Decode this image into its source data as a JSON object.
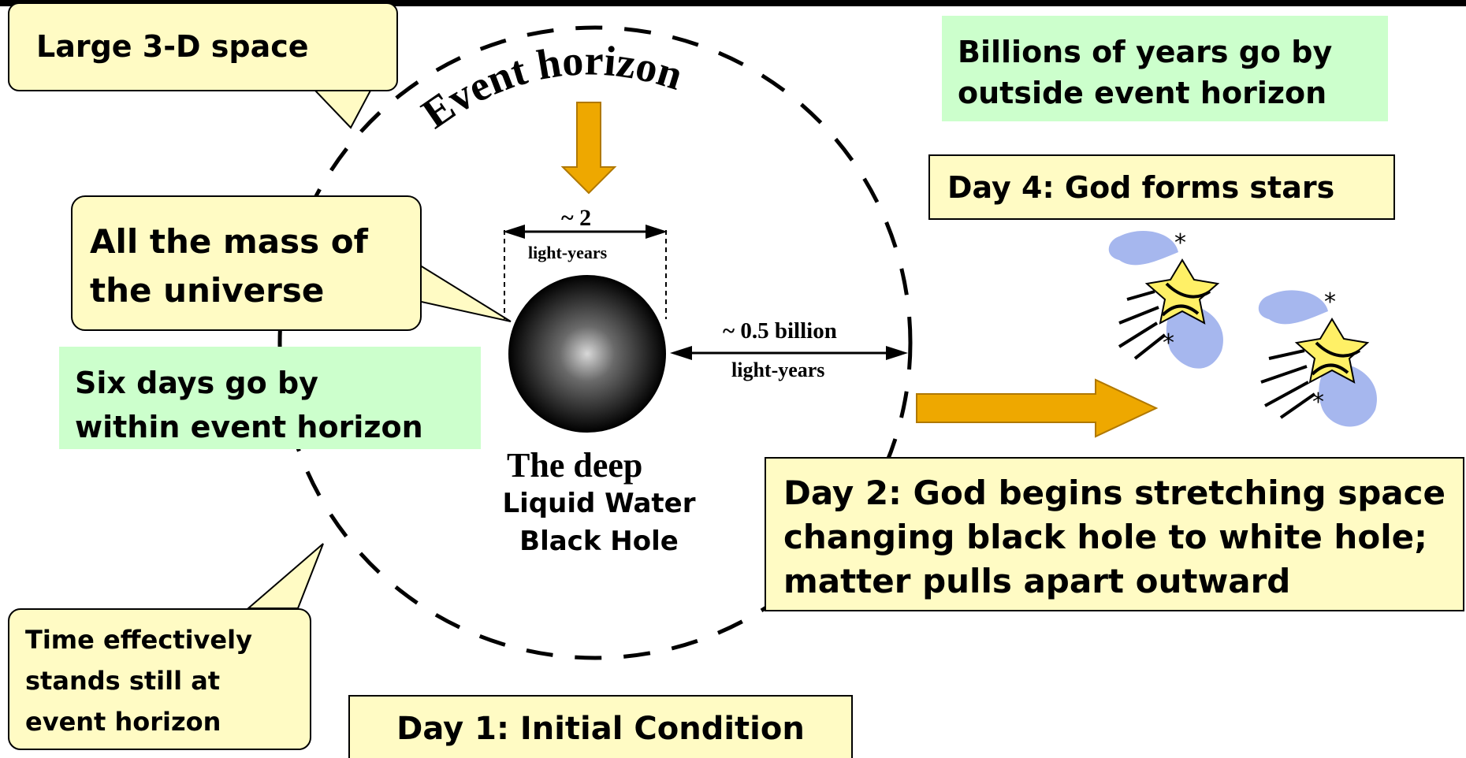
{
  "callouts": {
    "large_space": "Large 3-D space",
    "mass": [
      "All the mass of",
      "the universe"
    ],
    "time_still": [
      "Time effectively",
      "stands still at",
      "event horizon"
    ]
  },
  "green_notes": {
    "six_days": [
      "Six days go by",
      "within event horizon"
    ],
    "billions": [
      "Billions of years go by",
      "outside event horizon"
    ]
  },
  "boxes": {
    "day4": "Day 4: God forms stars",
    "day2": [
      "Day 2: God begins stretching space",
      "changing black hole to white hole;",
      "matter pulls apart outward"
    ],
    "day1": "Day 1: Initial Condition"
  },
  "figure": {
    "event_horizon": "Event horizon",
    "diameter_value": "~ 2",
    "diameter_unit": "light-years",
    "radius_value": "~ 0.5 billion",
    "radius_unit": "light-years",
    "deep": "The deep",
    "black_hole": [
      "Liquid Water",
      "Black Hole"
    ]
  },
  "colors": {
    "callout_fill": "#fffbc4",
    "green_fill": "#ccffcc",
    "arrow": "#eea800",
    "arrow_outline": "#b07800",
    "star_yellow": "#fff066",
    "star_blue": "#a6b7ee"
  }
}
